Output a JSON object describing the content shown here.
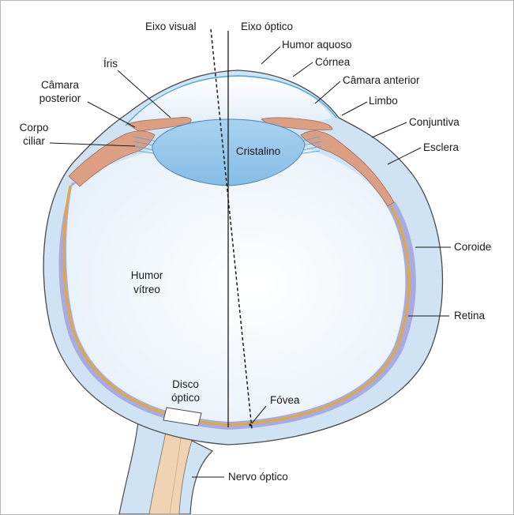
{
  "labels": {
    "eixo_visual": "Eixo visual",
    "eixo_optico": "Eixo óptico",
    "humor_aquoso": "Humor aquoso",
    "cornea": "Córnea",
    "camara_anterior": "Câmara anterior",
    "limbo": "Limbo",
    "conjuntiva": "Conjuntiva",
    "esclera": "Esclera",
    "coroide": "Coroide",
    "retina": "Retina",
    "fovea": "Fóvea",
    "nervo_optico": "Nervo óptico",
    "iris": "Íris",
    "camara_posterior": [
      "Câmara",
      "posterior"
    ],
    "corpo_ciliar": [
      "Corpo",
      "ciliar"
    ],
    "cristalino": "Cristalino",
    "humor_vitreo": [
      "Humor",
      "vítreo"
    ],
    "disco_optico": [
      "Disco",
      "óptico"
    ]
  },
  "colors": {
    "sclera": "#cfe3f4",
    "vitreous": "#e6f0f9",
    "choroid": "#a9abe0",
    "retina": "#e2a83c",
    "lens": "#85bde6",
    "iris_ciliary": "#dd9f84",
    "zonules": "#5aa8d8",
    "nerve": "#efd3b2",
    "outline": "#4a4a4a"
  }
}
